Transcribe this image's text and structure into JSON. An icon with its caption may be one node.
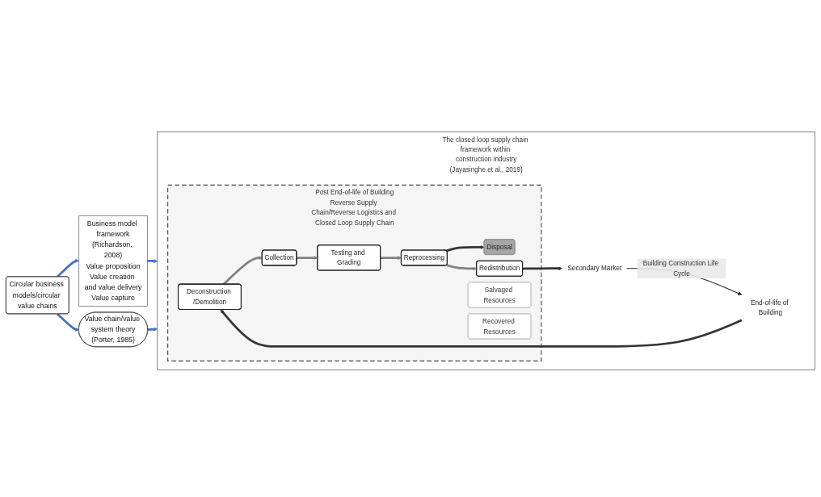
{
  "diagram": {
    "nodes": [
      {
        "text": [
          "The closed loop supply chain framework within construction industry",
          "(Jayasinghe et al., 2019)"
        ]
      },
      {
        "text": [
          "Post End-of-life of Building",
          "Reverse Supply Chain/Reverse Logistics and Closed Loop Supply Chain"
        ],
        "in": 0
      },
      {
        "text": [
          "Deconstruction /Demolition"
        ],
        "in": 1
      },
      {
        "text": [
          "Collection"
        ],
        "in": 1
      },
      {
        "text": [
          "Testing and Grading"
        ],
        "in": 1
      },
      {
        "text": [
          "Reprocessing"
        ],
        "in": 1
      },
      {
        "text": [
          "Disposal"
        ],
        "in": 1
      },
      {
        "text": [
          "Redistribution"
        ],
        "in": 1
      },
      {
        "text": [
          "Salvaged Resources"
        ],
        "in": 1
      },
      {
        "text": [
          "Recovered Resources"
        ],
        "in": 1
      },
      {
        "text": [
          "End-of-life of Building"
        ],
        "in": 0
      },
      {
        "text": [
          "Secondary Market"
        ],
        "in": 0
      },
      {
        "text": [
          "Business model framework",
          "(Richardson, 2008)",
          "Value proposition",
          "Value creation and value delivery",
          "Value capture"
        ]
      },
      {
        "text": [
          "Circular business models/circular value chains"
        ]
      },
      {
        "text": [
          "Value chain/value system theory",
          "(Porter, 1985)"
        ]
      }
    ],
    "edges": [
      {
        "from": 2,
        "to": 3,
        "arrow": "to",
        "color": "#808080"
      },
      {
        "from": 3,
        "to": 4,
        "arrow": "to",
        "color": "#808080"
      },
      {
        "from": 4,
        "to": 5,
        "arrow": "to",
        "color": "#808080"
      },
      {
        "from": 5,
        "to": 6,
        "arrow": "to",
        "color": "#333333"
      },
      {
        "from": 5,
        "to": 7,
        "arrow": "to",
        "color": "#808080"
      },
      {
        "from": 7,
        "to": 11,
        "arrow": "to",
        "color": "#333333"
      },
      {
        "from": 10,
        "to": 2,
        "arrow": "to",
        "color": "#333333"
      },
      {
        "from": 11,
        "to": 10,
        "arrow": "to",
        "label": "Building Construction Life Cycle",
        "color": "#222222"
      },
      {
        "from": 12,
        "to": 0,
        "arrow": "to",
        "color": "#4472c4"
      },
      {
        "from": 13,
        "to": 12,
        "arrow": "to",
        "color": "#4472c4"
      },
      {
        "from": 13,
        "to": 14,
        "arrow": "to",
        "color": "#4472c4"
      },
      {
        "from": 14,
        "to": 0,
        "arrow": "to",
        "color": "#4472c4"
      }
    ]
  }
}
